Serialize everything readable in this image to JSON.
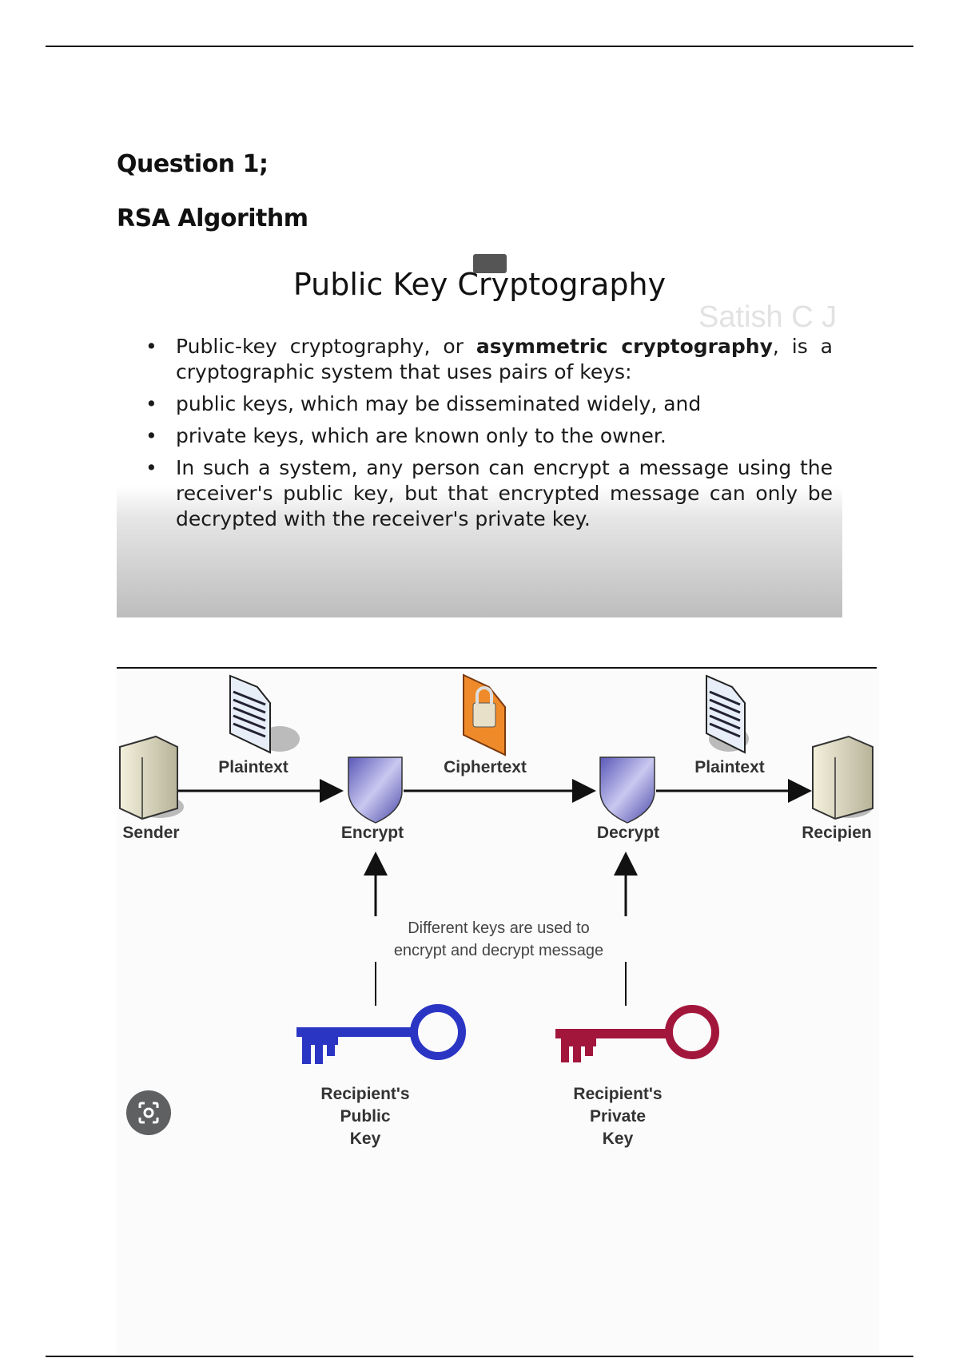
{
  "document": {
    "question_heading": "Question 1;",
    "topic_heading": "RSA Algorithm"
  },
  "slide": {
    "title": "Public Key Cryptography",
    "watermark": "Satish C J",
    "bullets": [
      {
        "pre": "Public-key cryptography, or ",
        "bold": "asymmetric cryptography",
        "post": ", is a cryptographic system that uses pairs of keys:"
      },
      {
        "pre": "public keys, which may be disseminated widely, and",
        "bold": "",
        "post": ""
      },
      {
        "pre": "private keys, which are known only to the owner.",
        "bold": "",
        "post": ""
      },
      {
        "pre": "In such a system, any person can encrypt a message using the receiver's public key, but that encrypted message can only be decrypted with the receiver's private key.",
        "bold": "",
        "post": ""
      }
    ]
  },
  "diagram": {
    "nodes": {
      "sender": "Sender",
      "encrypt": "Encrypt",
      "decrypt": "Decrypt",
      "recipient": "Recipien"
    },
    "edges": {
      "plaintext_1": "Plaintext",
      "ciphertext": "Ciphertext",
      "plaintext_2": "Plaintext"
    },
    "note_line1": "Different keys are used to",
    "note_line2": "encrypt and decrypt message",
    "public_key": {
      "line1": "Recipient's",
      "line2": "Public",
      "line3": "Key",
      "color": "#2b35c4"
    },
    "private_key": {
      "line1": "Recipient's",
      "line2": "Private",
      "line3": "Key",
      "color": "#a3163c"
    }
  }
}
